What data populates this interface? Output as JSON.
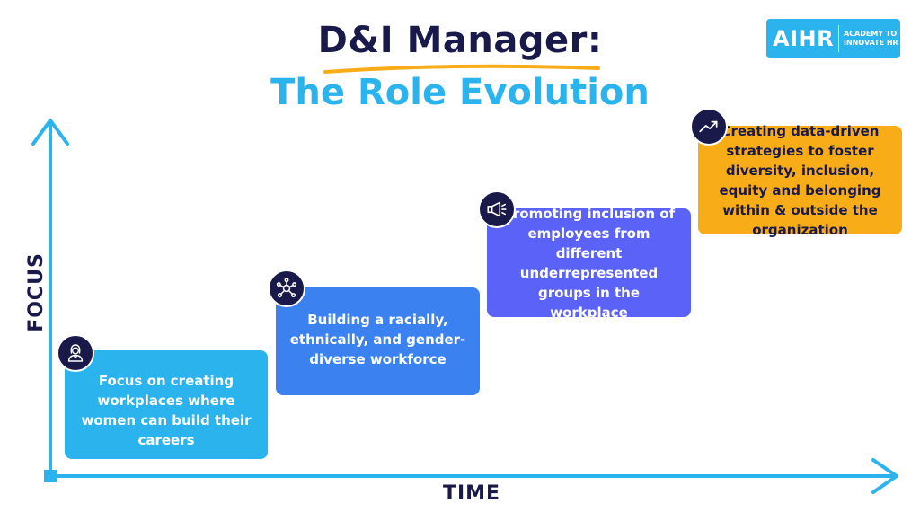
{
  "title": {
    "line1": "D&I Manager:",
    "line2": "The Role Evolution"
  },
  "logo": {
    "mark": "AIHR",
    "tagline": "ACADEMY TO INNOVATE HR"
  },
  "axes": {
    "y_label": "FOCUS",
    "x_label": "TIME"
  },
  "stages": [
    {
      "text": "Focus on creating workplaces where women can build their careers",
      "icon": "woman-icon"
    },
    {
      "text": "Building a racially, ethnically, and gender-diverse workforce",
      "icon": "network-icon"
    },
    {
      "text": "Promoting inclusion of employees from different underrepresented groups in the workplace",
      "icon": "megaphone-icon"
    },
    {
      "text": "Creating data-driven strategies to foster diversity, inclusion, equity and belonging within & outside the organization",
      "icon": "trend-up-icon"
    }
  ],
  "colors": {
    "navy": "#1a1a4a",
    "sky": "#2ab3ec",
    "blue": "#3b82f0",
    "violet": "#5b62f7",
    "orange": "#f8ac17"
  }
}
